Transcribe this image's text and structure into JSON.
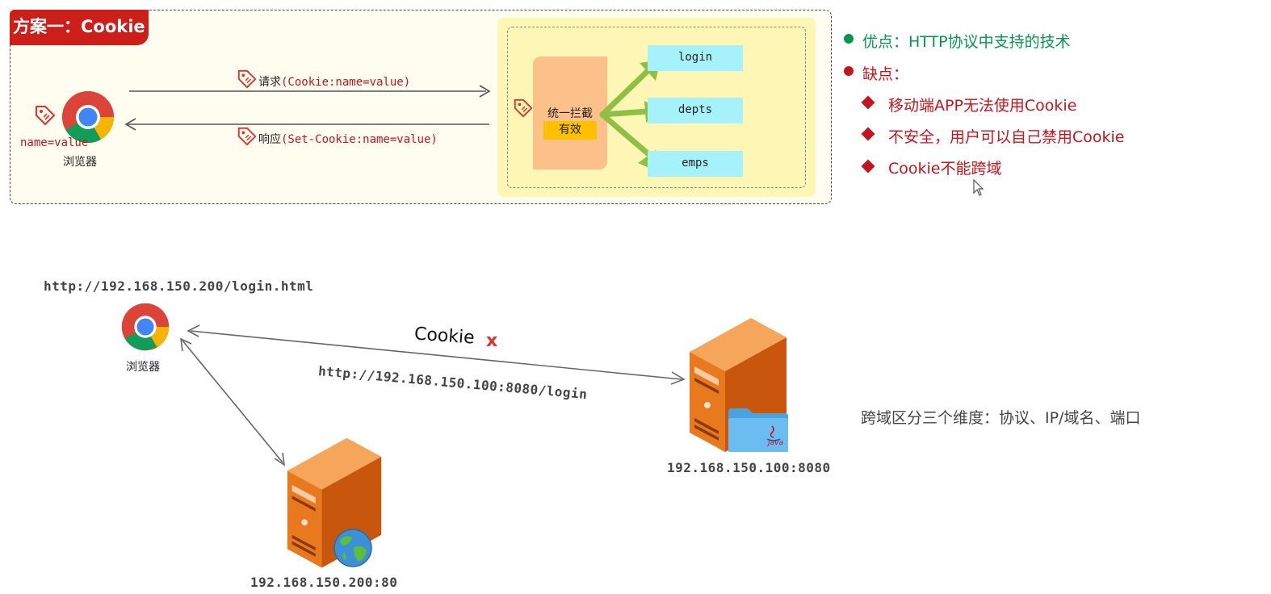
{
  "scheme": {
    "title": "方案一：Cookie",
    "browser_cookie": "name=value",
    "browser_label": "浏览器",
    "request_label": "请求",
    "request_code": "(Cookie:name=value)",
    "response_label": "响应",
    "response_code": "(Set-Cookie:name=value)",
    "interceptor_label": "统一拦截",
    "interceptor_badge": "有效",
    "endpoints": [
      "login",
      "depts",
      "emps"
    ]
  },
  "notes": {
    "pros_label": "优点：HTTP协议中支持的技术",
    "cons_label": "缺点：",
    "cons_items": [
      "移动端APP无法使用Cookie",
      "不安全，用户可以自己禁用Cookie",
      "Cookie不能跨域"
    ]
  },
  "cross_domain": {
    "browser_url": "http://192.168.150.200/login.html",
    "browser_label": "浏览器",
    "cookie_label": "Cookie",
    "cookie_mark": "x",
    "request_url": "http://192.168.150.100:8080/login",
    "server_java_addr": "192.168.150.100:8080",
    "server_web_addr": "192.168.150.200:80",
    "java_badge": "Java",
    "dimensions_note": "跨域区分三个维度：协议、IP/域名、端口"
  },
  "colors": {
    "accent_red": "#cc1f1a",
    "green": "#06964f",
    "server_orange": "#e8791f",
    "endpoint_cyan": "#a6f2fb",
    "interceptor_peach": "#fcc08b",
    "badge_yellow": "#ffc000",
    "arrow_green": "#8dc044"
  },
  "icons": [
    "chrome-icon",
    "tag-icon",
    "server-icon",
    "globe-icon",
    "java-folder-icon",
    "cursor-icon"
  ]
}
